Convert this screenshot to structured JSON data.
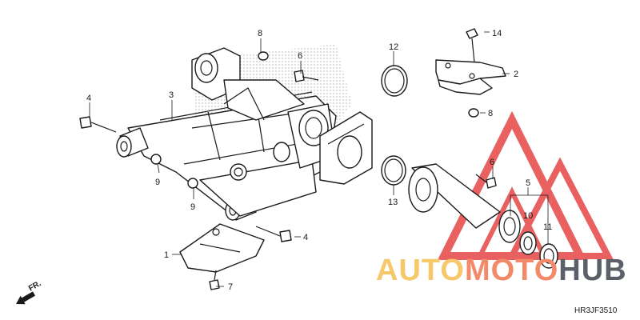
{
  "diagram": {
    "callouts": [
      {
        "label": "1"
      },
      {
        "label": "2"
      },
      {
        "label": "3"
      },
      {
        "label": "4"
      },
      {
        "label": "4"
      },
      {
        "label": "5"
      },
      {
        "label": "6"
      },
      {
        "label": "6"
      },
      {
        "label": "7"
      },
      {
        "label": "8"
      },
      {
        "label": "8"
      },
      {
        "label": "9"
      },
      {
        "label": "9"
      },
      {
        "label": "10"
      },
      {
        "label": "11"
      },
      {
        "label": "12"
      },
      {
        "label": "13"
      },
      {
        "label": "14"
      }
    ],
    "direction_label": "FR.",
    "diagram_code": "HR3JF3510"
  },
  "watermark": {
    "text_auto": "AUTO",
    "text_moto": "MOTO",
    "text_hub": "HUB",
    "colors": {
      "auto": "#f6c86a",
      "moto": "#f28a6a",
      "hub": "#5a5f68",
      "triangle": "#e64545"
    }
  }
}
